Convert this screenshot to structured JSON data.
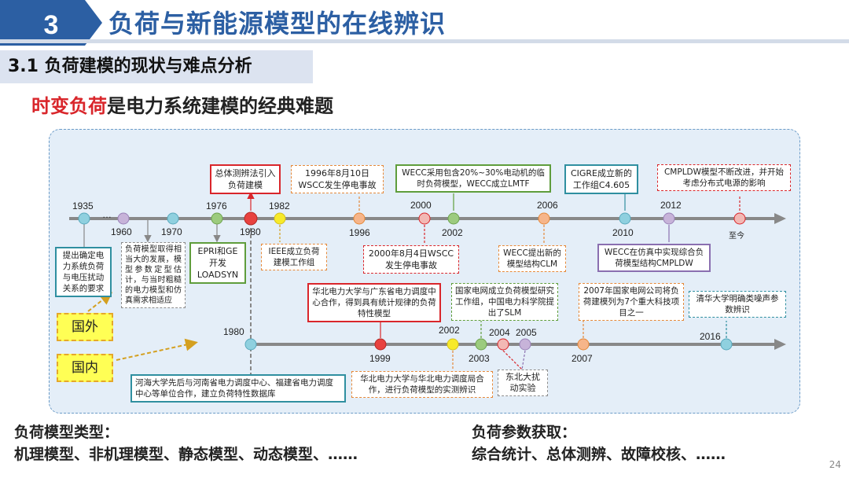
{
  "header": {
    "section_number": "3",
    "title": "负荷与新能源模型的在线辨识"
  },
  "subsection": {
    "title": "3.1 负荷建模的现状与难点分析"
  },
  "headline": {
    "highlight": "时变负荷",
    "rest": "是电力系统建模的经典难题"
  },
  "colors": {
    "header_blue": "#2c5fa3",
    "accent_red": "#d9262b",
    "panel_bg": "#e4eef8"
  },
  "timeline_top": {
    "years": [
      "1935",
      "…",
      "1960",
      "1970",
      "1976",
      "1980",
      "1982",
      "1996",
      "2000",
      "2002",
      "2006",
      "2010",
      "2012",
      "至今"
    ],
    "events": [
      "提出确定电力系统负荷与电压扰动关系的要求",
      "负荷模型取得相当大的发展，模型参数定型估计，与当时粗糙的电力模型和仿真需求相适应",
      "EPRI和GE开发LOADSYN",
      "总体测辨法引入负荷建模",
      "IEEE成立负荷建模工作组",
      "1996年8月10日WSCC发生停电事故",
      "2000年8月4日WSCC发生停电事故",
      "WECC采用包含20%~30%电动机的临时负荷模型，WECC成立LMTF",
      "WECC提出新的模型结构CLM",
      "CIGRE成立新的工作组C4.605",
      "WECC在仿真中实现综合负荷模型结构CMPLDW",
      "CMPLDW模型不断改进，并开始考虑分布式电源的影响"
    ]
  },
  "timeline_bottom": {
    "years": [
      "1980",
      "1999",
      "2002",
      "2003",
      "2004",
      "2005",
      "2007",
      "2016"
    ],
    "events": [
      "河海大学先后与河南省电力调度中心、福建省电力调度中心等单位合作，建立负荷特性数据库",
      "华北电力大学与广东省电力调度中心合作，得到具有统计规律的负荷特性模型",
      "华北电力大学与华北电力调度局合作，进行负荷模型的实测辨识",
      "国家电网成立负荷模型研究工作组，中国电力科学院提出了SLM",
      "东北大扰动实验",
      "2007年国家电网公司将负荷建模列为7个重大科技项目之一",
      "清华大学明确类噪声参数辨识"
    ]
  },
  "tags": {
    "foreign": "国外",
    "domestic": "国内"
  },
  "bottom": {
    "types_title": "负荷模型类型：",
    "types_list": "机理模型、非机理模型、静态模型、动态模型、……",
    "params_title": "负荷参数获取：",
    "params_list": "综合统计、总体测辨、故障校核、……"
  },
  "page_number": "24"
}
